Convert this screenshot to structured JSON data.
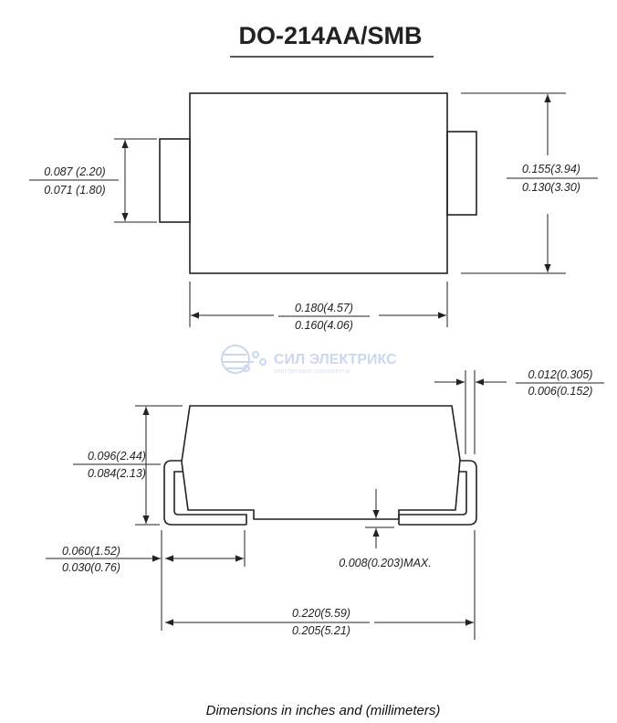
{
  "title": "DO-214AA/SMB",
  "top_view": {
    "lead_height": {
      "max": "0.087 (2.20)",
      "min": "0.071 (1.80)"
    },
    "body_height": {
      "max": "0.155(3.94)",
      "min": "0.130(3.30)"
    },
    "body_length": {
      "max": "0.180(4.57)",
      "min": "0.160(4.06)"
    }
  },
  "side_view": {
    "lead_thickness": {
      "max": "0.012(0.305)",
      "min": "0.006(0.152)"
    },
    "overall_height": {
      "max": "0.096(2.44)",
      "min": "0.084(2.13)"
    },
    "standoff": "0.008(0.203)MAX.",
    "lead_length": {
      "max": "0.060(1.52)",
      "min": "0.030(0.76)"
    },
    "overall_length": {
      "max": "0.220(5.59)",
      "min": "0.205(5.21)"
    }
  },
  "watermark": {
    "name": "СИЛ ЭЛЕКТРИКС",
    "tagline": "электронные компоненты"
  },
  "caption": "Dimensions in inches and (millimeters)"
}
